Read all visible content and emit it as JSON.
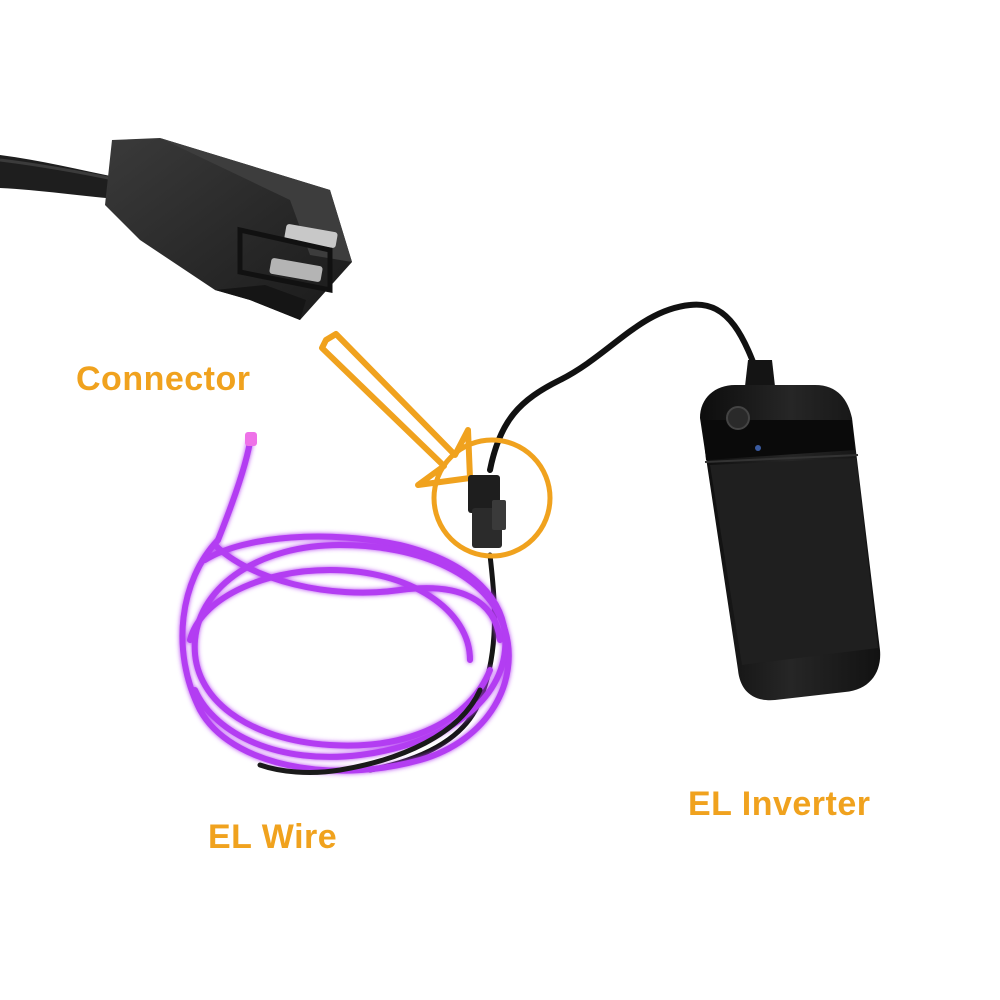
{
  "labels": {
    "connector": "Connector",
    "inverter": "EL Inverter",
    "wire": "EL Wire"
  },
  "colors": {
    "label": "#f0a21e",
    "el_wire": "#b33cf2",
    "el_wire_tip": "#ee72e8",
    "device_body": "#1b1b1b",
    "cable": "#111111",
    "connector_plastic": "#2a2a2a",
    "background": "#ffffff"
  },
  "icons": {
    "connector": "two-pin-plug",
    "inverter": "battery-inverter-box",
    "wire": "glowing-wire-coil",
    "pointer": "callout-arrow",
    "highlight": "highlight-circle"
  }
}
